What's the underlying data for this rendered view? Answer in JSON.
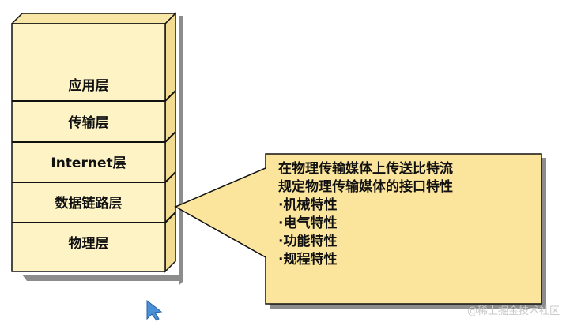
{
  "layers": [
    {
      "label": "应用层"
    },
    {
      "label": "传输层"
    },
    {
      "label": "Internet层"
    },
    {
      "label": "数据链路层"
    },
    {
      "label": "物理层"
    }
  ],
  "callout": {
    "title_line1": "在物理传输媒体上传送比特流",
    "title_line2": "规定物理传输媒体的接口特性",
    "items": [
      "·机械特性",
      "·电气特性",
      "·功能特性",
      "·规程特性"
    ]
  },
  "watermark": "@稀土掘金技术社区",
  "colors": {
    "box_fill": "#fdf3c5",
    "box_side": "#f2dc92",
    "callout_fill": "#fbe59c",
    "shadow": "#8c8c8c",
    "outline": "#111111"
  }
}
